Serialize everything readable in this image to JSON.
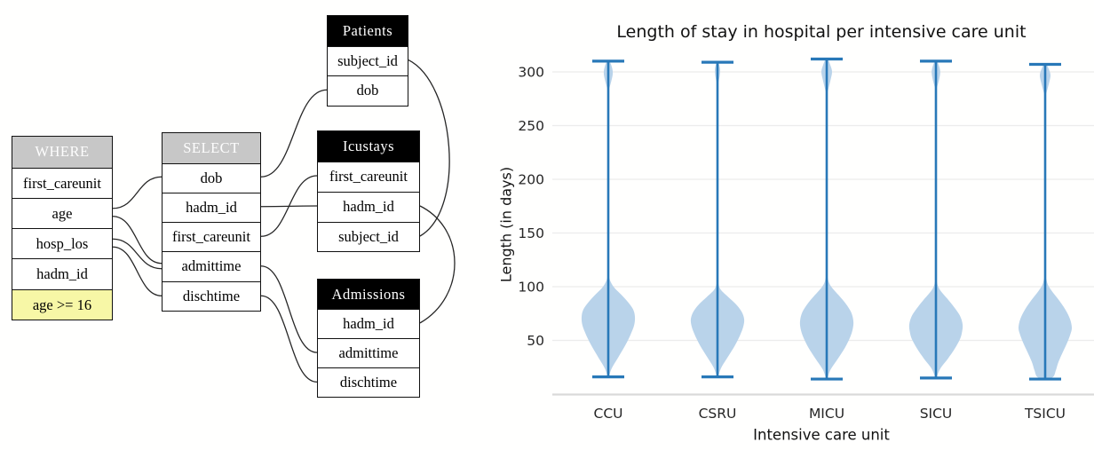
{
  "diagram": {
    "boxes": [
      {
        "id": "where",
        "title": "WHERE",
        "header": "gray",
        "rows": [
          {
            "label": "first_careunit"
          },
          {
            "label": "age"
          },
          {
            "label": "hosp_los"
          },
          {
            "label": "hadm_id"
          },
          {
            "label": "age >= 16",
            "highlight": true
          }
        ]
      },
      {
        "id": "select",
        "title": "SELECT",
        "header": "gray",
        "rows": [
          {
            "label": "dob"
          },
          {
            "label": "hadm_id"
          },
          {
            "label": "first_careunit"
          },
          {
            "label": "admittime"
          },
          {
            "label": "dischtime"
          }
        ]
      },
      {
        "id": "patients",
        "title": "Patients",
        "header": "black",
        "rows": [
          {
            "label": "subject_id"
          },
          {
            "label": "dob"
          }
        ]
      },
      {
        "id": "icustays",
        "title": "Icustays",
        "header": "black",
        "rows": [
          {
            "label": "first_careunit"
          },
          {
            "label": "hadm_id"
          },
          {
            "label": "subject_id"
          }
        ]
      },
      {
        "id": "admissions",
        "title": "Admissions",
        "header": "black",
        "rows": [
          {
            "label": "hadm_id"
          },
          {
            "label": "admittime"
          },
          {
            "label": "dischtime"
          }
        ]
      }
    ],
    "edges": [
      {
        "from": "where.age",
        "to": "select.dob"
      },
      {
        "from": "where.age",
        "to": "select.admittime"
      },
      {
        "from": "where.hosp_los",
        "to": "select.admittime"
      },
      {
        "from": "where.hosp_los",
        "to": "select.dischtime"
      },
      {
        "from": "select.dob",
        "to": "patients.dob"
      },
      {
        "from": "select.hadm_id",
        "to": "icustays.hadm_id"
      },
      {
        "from": "select.first_careunit",
        "to": "icustays.first_careunit"
      },
      {
        "from": "select.admittime",
        "to": "admissions.admittime"
      },
      {
        "from": "select.dischtime",
        "to": "admissions.dischtime"
      },
      {
        "from": "patients.subject_id",
        "to": "icustays.subject_id",
        "side": "right"
      },
      {
        "from": "icustays.hadm_id",
        "to": "admissions.hadm_id",
        "side": "right"
      }
    ],
    "colors": {
      "header_gray": "#c7c7c7",
      "header_black": "#000000",
      "highlight_yellow": "#f7f7a6",
      "border": "#111111",
      "edge": "#262626"
    }
  },
  "chart_data": {
    "type": "violin",
    "title": "Length of stay in hospital per intensive care unit",
    "xlabel": "Intensive care unit",
    "ylabel": "Length (in days)",
    "categories": [
      "CCU",
      "CSRU",
      "MICU",
      "SICU",
      "TSICU"
    ],
    "yticks": [
      50,
      100,
      150,
      200,
      250,
      300
    ],
    "ylim": [
      0,
      330
    ],
    "grid": "horizontal",
    "legend": "none",
    "colors": {
      "line": "#2878b8",
      "fill": "#b9d3ea",
      "grid": "#ececec",
      "axis": "#d9d9d9",
      "text": "#262626"
    },
    "series": [
      {
        "name": "CCU",
        "whisker_min": 16,
        "whisker_max": 310,
        "body": [
          [
            16,
            0.02
          ],
          [
            24,
            0.13
          ],
          [
            34,
            0.37
          ],
          [
            45,
            0.63
          ],
          [
            55,
            0.83
          ],
          [
            64,
            0.97
          ],
          [
            72,
            1.0
          ],
          [
            79,
            0.93
          ],
          [
            86,
            0.73
          ],
          [
            93,
            0.47
          ],
          [
            99,
            0.23
          ],
          [
            104,
            0.1
          ],
          [
            109,
            0.03
          ],
          [
            115,
            0.01
          ]
        ],
        "top_bulge": [
          [
            284,
            0.03
          ],
          [
            292,
            0.12
          ],
          [
            299,
            0.17
          ],
          [
            305,
            0.13
          ],
          [
            310,
            0.04
          ]
        ]
      },
      {
        "name": "CSRU",
        "whisker_min": 16,
        "whisker_max": 309,
        "body": [
          [
            17,
            0.03
          ],
          [
            25,
            0.15
          ],
          [
            35,
            0.4
          ],
          [
            45,
            0.65
          ],
          [
            55,
            0.85
          ],
          [
            63,
            0.97
          ],
          [
            70,
            1.0
          ],
          [
            77,
            0.9
          ],
          [
            84,
            0.68
          ],
          [
            90,
            0.42
          ],
          [
            95,
            0.2
          ],
          [
            99,
            0.08
          ],
          [
            104,
            0.02
          ]
        ],
        "top_bulge": [
          [
            289,
            0.02
          ],
          [
            296,
            0.08
          ],
          [
            302,
            0.1
          ],
          [
            306,
            0.07
          ],
          [
            309,
            0.02
          ]
        ]
      },
      {
        "name": "MICU",
        "whisker_min": 14,
        "whisker_max": 312,
        "body": [
          [
            15,
            0.03
          ],
          [
            23,
            0.15
          ],
          [
            33,
            0.42
          ],
          [
            43,
            0.68
          ],
          [
            53,
            0.88
          ],
          [
            61,
            0.98
          ],
          [
            68,
            1.0
          ],
          [
            76,
            0.92
          ],
          [
            84,
            0.72
          ],
          [
            92,
            0.45
          ],
          [
            99,
            0.2
          ],
          [
            104,
            0.08
          ],
          [
            110,
            0.02
          ]
        ],
        "top_bulge": [
          [
            282,
            0.04
          ],
          [
            292,
            0.14
          ],
          [
            300,
            0.2
          ],
          [
            306,
            0.14
          ],
          [
            312,
            0.04
          ]
        ]
      },
      {
        "name": "SICU",
        "whisker_min": 15,
        "whisker_max": 310,
        "body": [
          [
            16,
            0.03
          ],
          [
            24,
            0.17
          ],
          [
            33,
            0.45
          ],
          [
            42,
            0.7
          ],
          [
            51,
            0.9
          ],
          [
            58,
            0.98
          ],
          [
            65,
            1.0
          ],
          [
            73,
            0.9
          ],
          [
            81,
            0.68
          ],
          [
            89,
            0.42
          ],
          [
            96,
            0.18
          ],
          [
            101,
            0.07
          ],
          [
            106,
            0.02
          ]
        ],
        "top_bulge": [
          [
            285,
            0.03
          ],
          [
            293,
            0.12
          ],
          [
            300,
            0.16
          ],
          [
            306,
            0.11
          ],
          [
            310,
            0.03
          ]
        ]
      },
      {
        "name": "TSICU",
        "whisker_min": 14,
        "whisker_max": 307,
        "body": [
          [
            14,
            0.06
          ],
          [
            16,
            0.3
          ],
          [
            22,
            0.4
          ],
          [
            30,
            0.5
          ],
          [
            40,
            0.68
          ],
          [
            48,
            0.83
          ],
          [
            56,
            0.95
          ],
          [
            62,
            1.0
          ],
          [
            70,
            0.93
          ],
          [
            79,
            0.75
          ],
          [
            88,
            0.5
          ],
          [
            96,
            0.25
          ],
          [
            102,
            0.1
          ],
          [
            108,
            0.03
          ]
        ],
        "top_bulge": [
          [
            280,
            0.04
          ],
          [
            290,
            0.15
          ],
          [
            297,
            0.2
          ],
          [
            303,
            0.13
          ],
          [
            307,
            0.04
          ]
        ]
      }
    ]
  }
}
